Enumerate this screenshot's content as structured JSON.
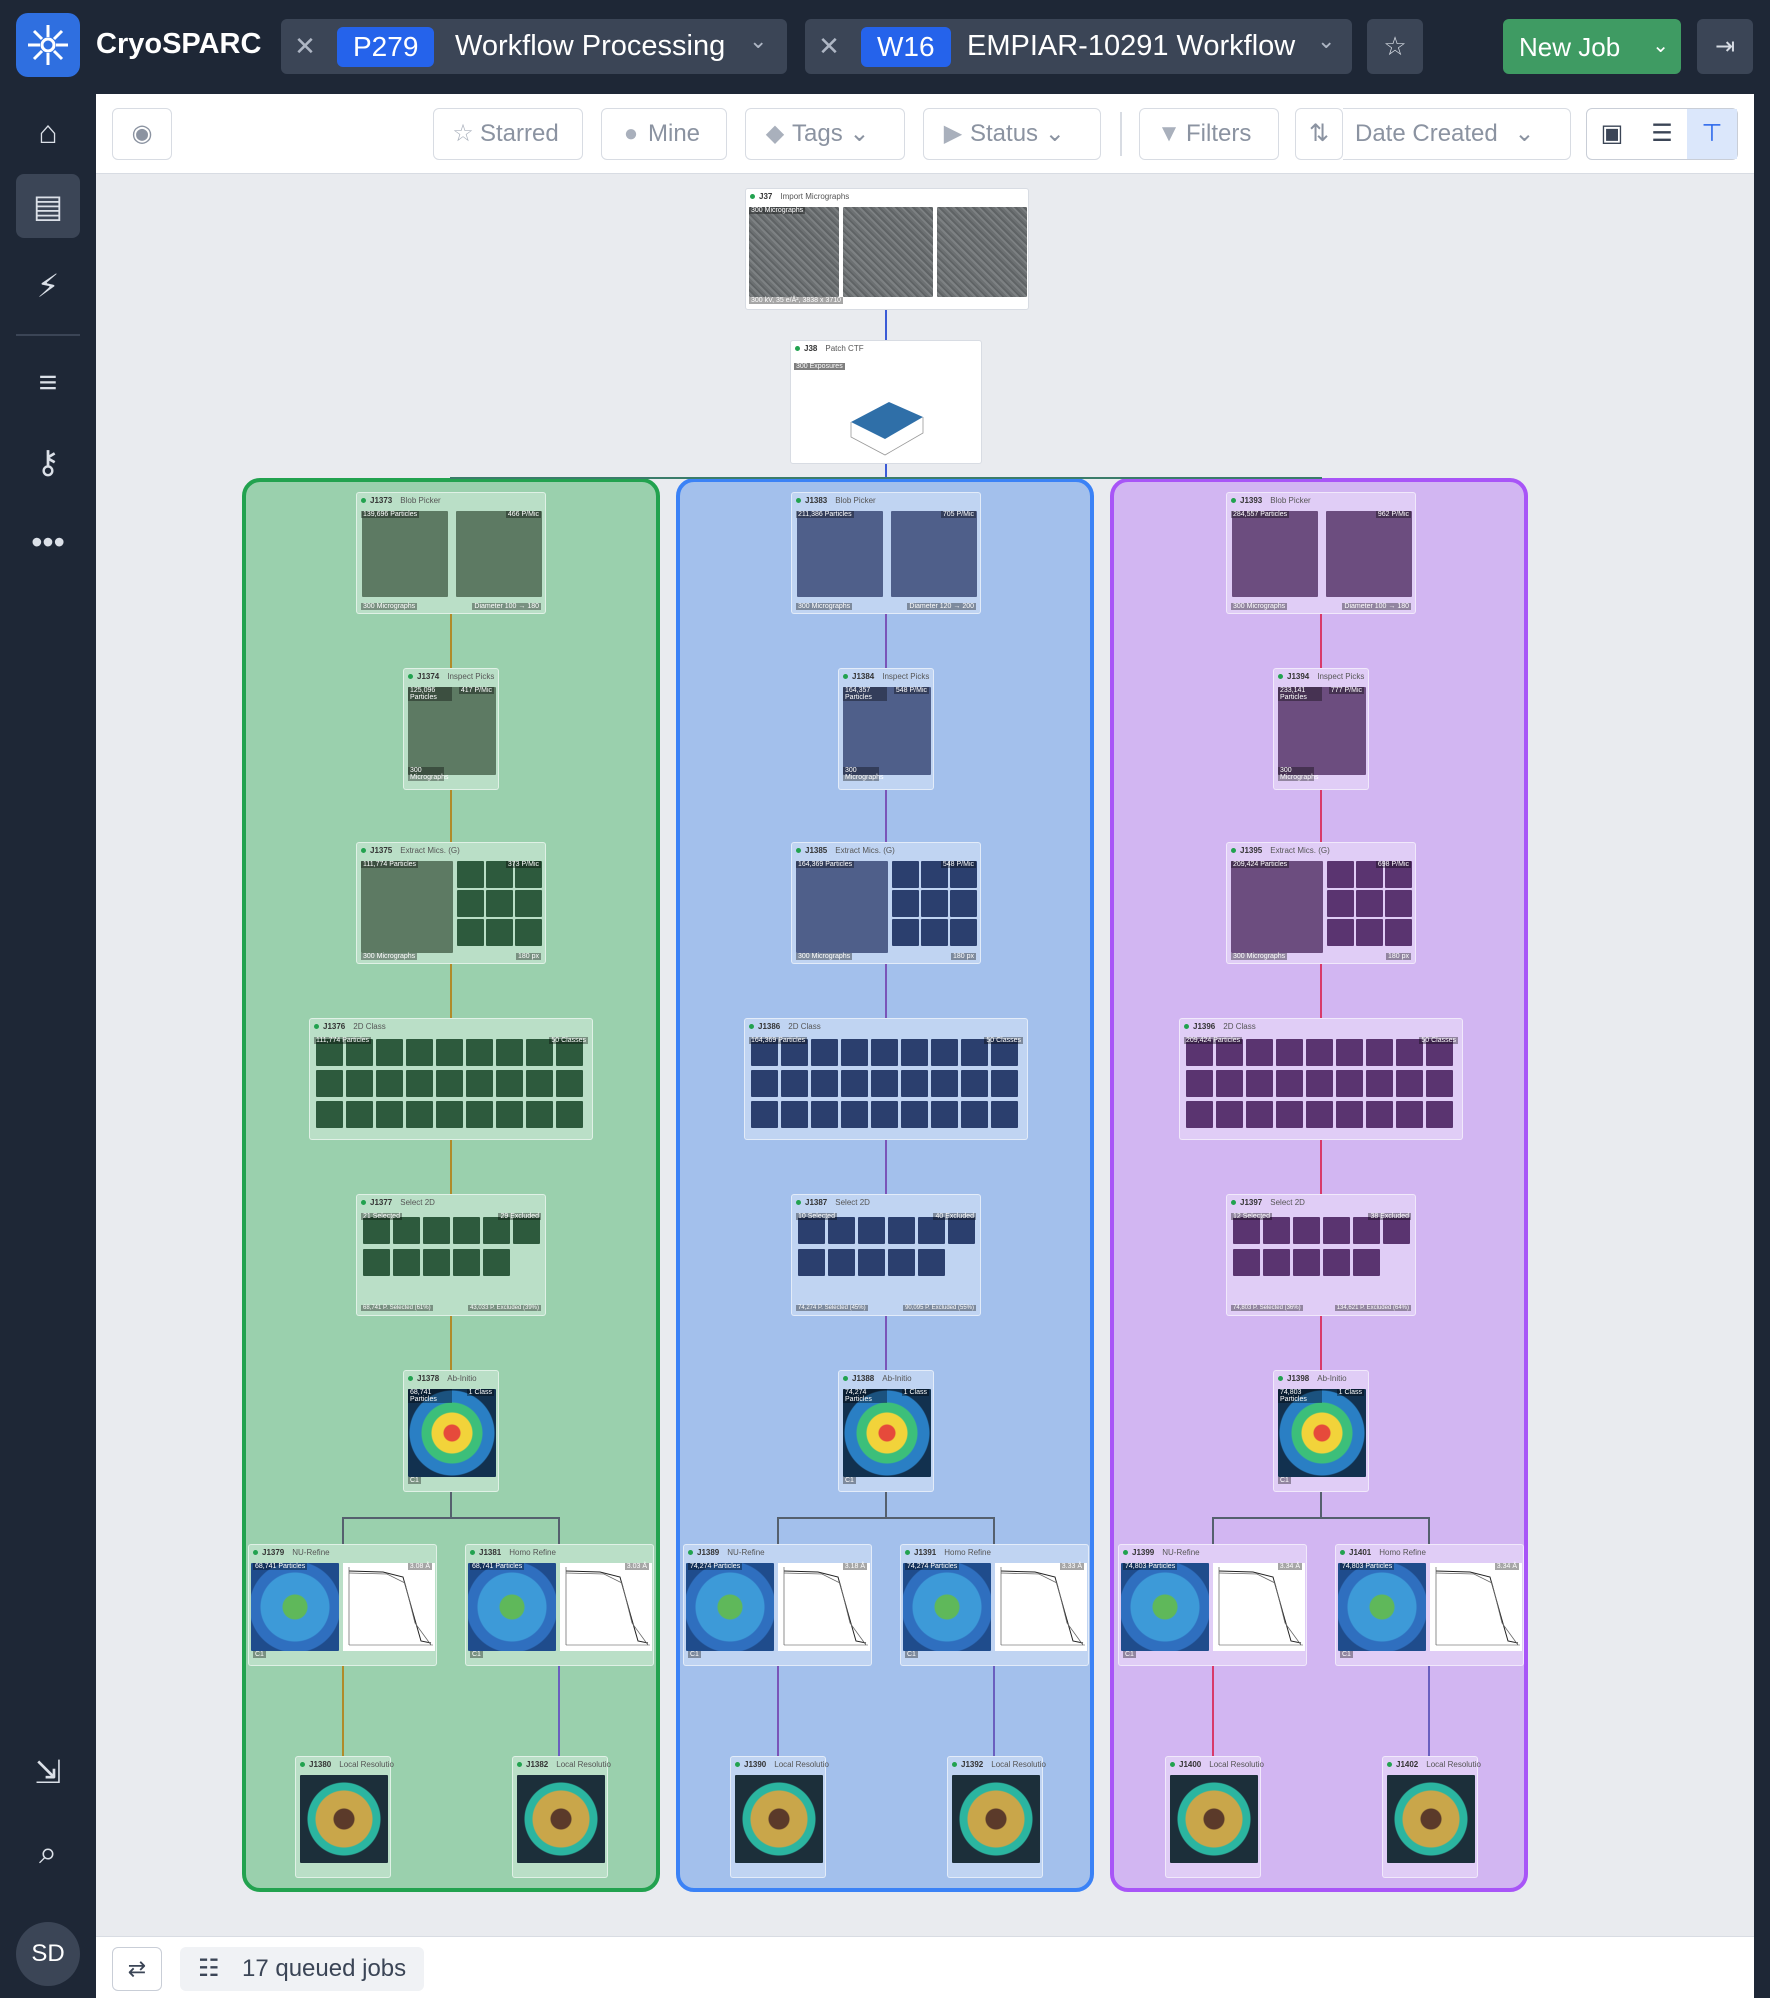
{
  "app": {
    "name": "CryoSPARC"
  },
  "tabs": [
    {
      "badge": "P279",
      "label": "Workflow Processing"
    },
    {
      "badge": "W16",
      "label": "EMPIAR-10291 Workflow"
    }
  ],
  "header": {
    "new_job_label": "New Job"
  },
  "toolbar": {
    "starred": "Starred",
    "mine": "Mine",
    "tags": "Tags",
    "status": "Status",
    "filters": "Filters",
    "sort": "Date Created"
  },
  "user": {
    "initials": "SD"
  },
  "bottom": {
    "queued": "17 queued jobs"
  },
  "colors": {
    "green": "#22a24f",
    "blue": "#3b82f6",
    "purple": "#a855f7",
    "accent": "#2563eb"
  },
  "jobs": {
    "j37": {
      "id": "J37",
      "name": "Import Micrographs",
      "tag": "300 Micrographs",
      "foot": "300 kV, 35 e/Å², 3838 x 3710"
    },
    "j38": {
      "id": "J38",
      "name": "Patch CTF",
      "tag": "300 Exposures"
    },
    "green": [
      {
        "id": "J1373",
        "name": "Blob Picker",
        "tag": "139,696 Particles",
        "tag2": "466 P/Mic",
        "foot": "300 Micrographs",
        "foot2": "Diameter 100 → 180"
      },
      {
        "id": "J1374",
        "name": "Inspect Picks",
        "tag": "125,096 Particles",
        "tag2": "417 P/Mic",
        "foot": "300 Micrographs"
      },
      {
        "id": "J1375",
        "name": "Extract Mics. (G)",
        "tag": "111,774 Particles",
        "tag2": "373 P/Mic",
        "foot": "300 Micrographs",
        "foot2": "180 px"
      },
      {
        "id": "J1376",
        "name": "2D Class",
        "tag": "111,774 Particles",
        "tag2": "50 Classes"
      },
      {
        "id": "J1377",
        "name": "Select 2D",
        "tag": "21 Selected",
        "tag2": "29 Excluded",
        "foot": "68,741 P. Selected (61%)",
        "foot2": "43,033 P. Excluded (39%)"
      },
      {
        "id": "J1378",
        "name": "Ab-Initio",
        "tag": "68,741 Particles",
        "tag2": "1 Class",
        "foot": "C1"
      },
      {
        "id": "J1379",
        "name": "NU-Refine",
        "tag": "68,741 Particles",
        "tag2": "3.08 Å",
        "foot": "C1"
      },
      {
        "id": "J1381",
        "name": "Homo Refine",
        "tag": "68,741 Particles",
        "tag2": "3.03 Å",
        "foot": "C1"
      },
      {
        "id": "J1380",
        "name": "Local Resolutio"
      },
      {
        "id": "J1382",
        "name": "Local Resolutio"
      }
    ],
    "blue": [
      {
        "id": "J1383",
        "name": "Blob Picker",
        "tag": "211,386 Particles",
        "tag2": "705 P/Mic",
        "foot": "300 Micrographs",
        "foot2": "Diameter 120 → 200"
      },
      {
        "id": "J1384",
        "name": "Inspect Picks",
        "tag": "164,357 Particles",
        "tag2": "548 P/Mic",
        "foot": "300 Micrographs"
      },
      {
        "id": "J1385",
        "name": "Extract Mics. (G)",
        "tag": "164,369 Particles",
        "tag2": "548 P/Mic",
        "foot": "300 Micrographs",
        "foot2": "180 px"
      },
      {
        "id": "J1386",
        "name": "2D Class",
        "tag": "164,369 Particles",
        "tag2": "50 Classes"
      },
      {
        "id": "J1387",
        "name": "Select 2D",
        "tag": "10 Selected",
        "tag2": "40 Excluded",
        "foot": "74,274 P. Selected (45%)",
        "foot2": "90,095 P. Excluded (55%)"
      },
      {
        "id": "J1388",
        "name": "Ab-Initio",
        "tag": "74,274 Particles",
        "tag2": "1 Class",
        "foot": "C1"
      },
      {
        "id": "J1389",
        "name": "NU-Refine",
        "tag": "74,274 Particles",
        "tag2": "3.18 Å",
        "foot": "C1"
      },
      {
        "id": "J1391",
        "name": "Homo Refine",
        "tag": "74,274 Particles",
        "tag2": "3.33 Å",
        "foot": "C1"
      },
      {
        "id": "J1390",
        "name": "Local Resolutio"
      },
      {
        "id": "J1392",
        "name": "Local Resolutio"
      }
    ],
    "purple": [
      {
        "id": "J1393",
        "name": "Blob Picker",
        "tag": "284,557 Particles",
        "tag2": "962 P/Mic",
        "foot": "300 Micrographs",
        "foot2": "Diameter 100 → 180"
      },
      {
        "id": "J1394",
        "name": "Inspect Picks",
        "tag": "233,141 Particles",
        "tag2": "777 P/Mic",
        "foot": "300 Micrographs"
      },
      {
        "id": "J1395",
        "name": "Extract Mics. (G)",
        "tag": "209,424 Particles",
        "tag2": "698 P/Mic",
        "foot": "300 Micrographs",
        "foot2": "180 px"
      },
      {
        "id": "J1396",
        "name": "2D Class",
        "tag": "209,424 Particles",
        "tag2": "50 Classes"
      },
      {
        "id": "J1397",
        "name": "Select 2D",
        "tag": "12 Selected",
        "tag2": "38 Excluded",
        "foot": "74,803 P. Selected (36%)",
        "foot2": "134,621 P. Excluded (64%)"
      },
      {
        "id": "J1398",
        "name": "Ab-Initio",
        "tag": "74,803 Particles",
        "tag2": "1 Class",
        "foot": "C1"
      },
      {
        "id": "J1399",
        "name": "NU-Refine",
        "tag": "74,803 Particles",
        "tag2": "3.34 Å",
        "foot": "C1"
      },
      {
        "id": "J1401",
        "name": "Homo Refine",
        "tag": "74,803 Particles",
        "tag2": "3.34 Å",
        "foot": "C1"
      },
      {
        "id": "J1400",
        "name": "Local Resolutio"
      },
      {
        "id": "J1402",
        "name": "Local Resolutio"
      }
    ]
  }
}
